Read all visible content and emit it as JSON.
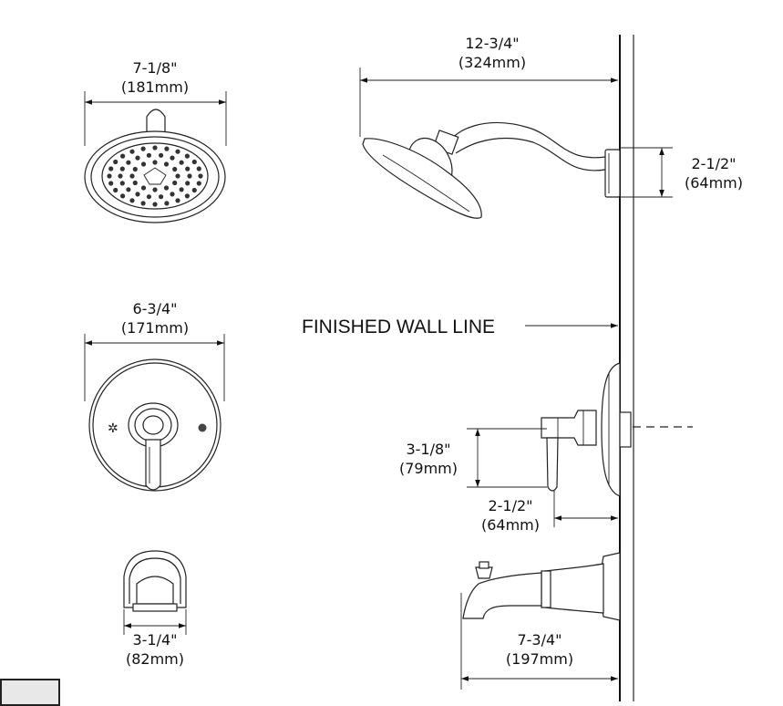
{
  "dimensions": {
    "showerhead_front": {
      "imperial": "7-1/8\"",
      "metric": "(181mm)"
    },
    "showerhead_reach": {
      "imperial": "12-3/4\"",
      "metric": "(324mm)"
    },
    "arm_height": {
      "imperial": "2-1/2\"",
      "metric": "(64mm)"
    },
    "escutcheon": {
      "imperial": "6-3/4\"",
      "metric": "(171mm)"
    },
    "handle_drop": {
      "imperial": "3-1/8\"",
      "metric": "(79mm)"
    },
    "handle_projection": {
      "imperial": "2-1/2\"",
      "metric": "(64mm)"
    },
    "spout_width": {
      "imperial": "3-1/4\"",
      "metric": "(82mm)"
    },
    "spout_reach": {
      "imperial": "7-3/4\"",
      "metric": "(197mm)"
    }
  },
  "labels": {
    "finished_wall": "FINISHED WALL LINE"
  }
}
